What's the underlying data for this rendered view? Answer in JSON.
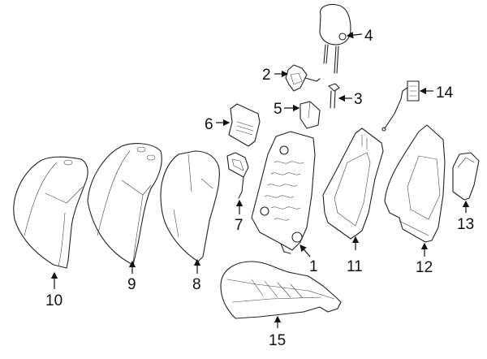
{
  "diagram": {
    "title": "Seat back assembly exploded parts diagram",
    "callouts": [
      {
        "number": "1",
        "part": "seat-back-frame"
      },
      {
        "number": "2",
        "part": "headrest-guide-latch"
      },
      {
        "number": "3",
        "part": "headrest-guide-sleeve"
      },
      {
        "number": "4",
        "part": "headrest"
      },
      {
        "number": "5",
        "part": "bracket"
      },
      {
        "number": "6",
        "part": "back-panel-insert"
      },
      {
        "number": "7",
        "part": "switch-cover"
      },
      {
        "number": "8",
        "part": "seat-back-pad"
      },
      {
        "number": "9",
        "part": "seat-back-cover-b"
      },
      {
        "number": "10",
        "part": "seat-back-cover-a"
      },
      {
        "number": "11",
        "part": "rear-trim-frame"
      },
      {
        "number": "12",
        "part": "back-panel"
      },
      {
        "number": "13",
        "part": "side-trim"
      },
      {
        "number": "14",
        "part": "lumbar-switch-harness"
      },
      {
        "number": "15",
        "part": "seat-cushion-pad"
      }
    ]
  }
}
